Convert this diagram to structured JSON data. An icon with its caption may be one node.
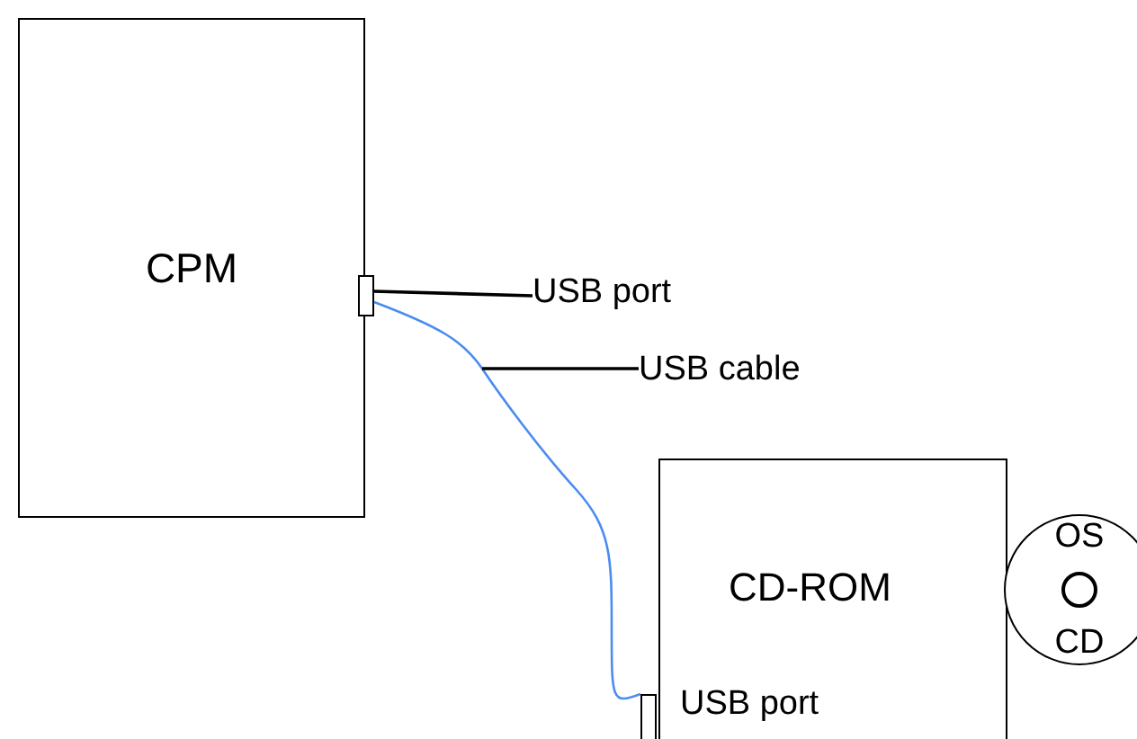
{
  "diagram": {
    "nodes": [
      {
        "text": [
          "CPM"
        ]
      },
      {
        "text": [],
        "shape": "box"
      },
      {
        "text": [
          "USB port"
        ]
      },
      {
        "text": [
          "USB cable"
        ]
      },
      {
        "text": [
          "CD-ROM",
          "USB port"
        ]
      },
      {
        "text": [
          "OS",
          "CD"
        ]
      },
      {
        "text": [],
        "shape": "box"
      }
    ],
    "edges": [
      {
        "from": 1,
        "to": 6,
        "arrow": "none",
        "color": "#4a8cf0"
      },
      {
        "from": 2,
        "to": 1,
        "arrow": "none"
      },
      {
        "from": 3,
        "to": null,
        "arrow": "none"
      }
    ]
  }
}
